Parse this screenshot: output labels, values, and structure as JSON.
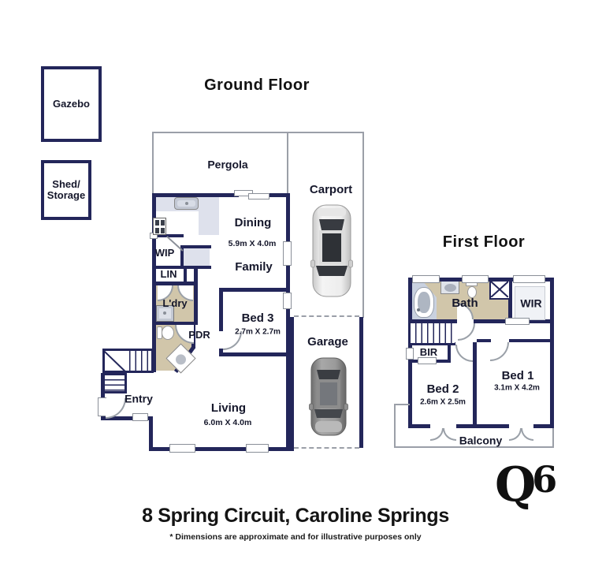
{
  "ground_floor": {
    "title": "Ground Floor",
    "outbuildings": {
      "gazebo": {
        "label": "Gazebo"
      },
      "shed": {
        "line1": "Shed/",
        "line2": "Storage"
      }
    },
    "rooms": {
      "pergola": {
        "label": "Pergola"
      },
      "carport": {
        "label": "Carport"
      },
      "dining": {
        "label": "Dining",
        "dims": "5.9m X 4.0m"
      },
      "family": {
        "label": "Family"
      },
      "wip": {
        "label": "WIP"
      },
      "lin": {
        "label": "LIN"
      },
      "ldry": {
        "label": "L'dry"
      },
      "pdr": {
        "label": "PDR"
      },
      "bed3": {
        "label": "Bed 3",
        "dims": "2.7m X 2.7m"
      },
      "entry": {
        "label": "Entry"
      },
      "living": {
        "label": "Living",
        "dims": "6.0m X 4.0m"
      },
      "garage": {
        "label": "Garage"
      }
    }
  },
  "first_floor": {
    "title": "First Floor",
    "rooms": {
      "bath": {
        "label": "Bath"
      },
      "wir": {
        "label": "WIR"
      },
      "bir": {
        "label": "BIR"
      },
      "bed2": {
        "label": "Bed 2",
        "dims": "2.6m X 2.5m"
      },
      "bed1": {
        "label": "Bed 1",
        "dims": "3.1m X 4.2m"
      },
      "balcony": {
        "label": "Balcony"
      }
    }
  },
  "footer": {
    "logo": {
      "q": "Q",
      "six": "6"
    },
    "address": "8 Spring Circuit, Caroline Springs",
    "disclaimer": "* Dimensions are approximate and for illustrative purposes only"
  },
  "colors": {
    "wall_navy": "#23265A",
    "floor_tan": "#D1C6AA",
    "counter_lavender": "#DEE1EC",
    "outline_gray": "#9B9FA8"
  }
}
